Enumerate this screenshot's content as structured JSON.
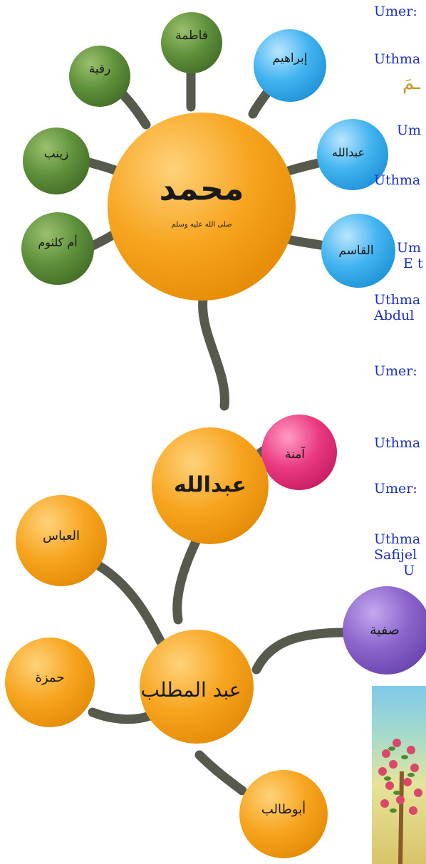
{
  "diagram": {
    "nodes": {
      "muhammad": {
        "label": "محمد",
        "color": "#F6A21D"
      },
      "muhammad_salawat": {
        "label": "صلى الله عليه وسلم"
      },
      "fatima": {
        "label": "فاطمة",
        "color": "#5E8F3B"
      },
      "ruqayya": {
        "label": "رقية",
        "color": "#5E8F3B"
      },
      "zaynab": {
        "label": "زينب",
        "color": "#5E8F3B"
      },
      "umm_kulthum": {
        "label": "أم كلثوم",
        "color": "#5E8F3B"
      },
      "ibrahim": {
        "label": "إبراهيم",
        "color": "#3EB0EC"
      },
      "abdullah_son": {
        "label": "عبدالله",
        "color": "#3EB0EC"
      },
      "qasim": {
        "label": "القاسم",
        "color": "#3EB0EC"
      },
      "abdullah": {
        "label": "عبدالله",
        "color": "#F6A21D"
      },
      "amina": {
        "label": "آمنة",
        "color": "#E8307A"
      },
      "abbas": {
        "label": "العباس",
        "color": "#F6A21D"
      },
      "hamza": {
        "label": "حمزة",
        "color": "#F6A21D"
      },
      "abd_al_muttalib": {
        "label": "عبد المطلب",
        "color": "#F6A21D"
      },
      "abu_talib": {
        "label": "أبوطالب",
        "color": "#F6A21D"
      },
      "safiyya": {
        "label": "صفية",
        "color": "#8A63C9"
      }
    },
    "branch_color": "#555a4c"
  },
  "side_notes": [
    {
      "text": "Umer:"
    },
    {
      "text": "Uthma"
    },
    {
      "text": "Um"
    },
    {
      "text": "Uthma"
    },
    {
      "text": "Um"
    },
    {
      "text": "E t"
    },
    {
      "text": "Uthma"
    },
    {
      "text": "Abdul"
    },
    {
      "text": "Umer:"
    },
    {
      "text": "Uthma"
    },
    {
      "text": "Umer:"
    },
    {
      "text": "Uthma"
    },
    {
      "text": "Safijel"
    },
    {
      "text": "U"
    }
  ],
  "side_note_color": "#1d2fc4"
}
